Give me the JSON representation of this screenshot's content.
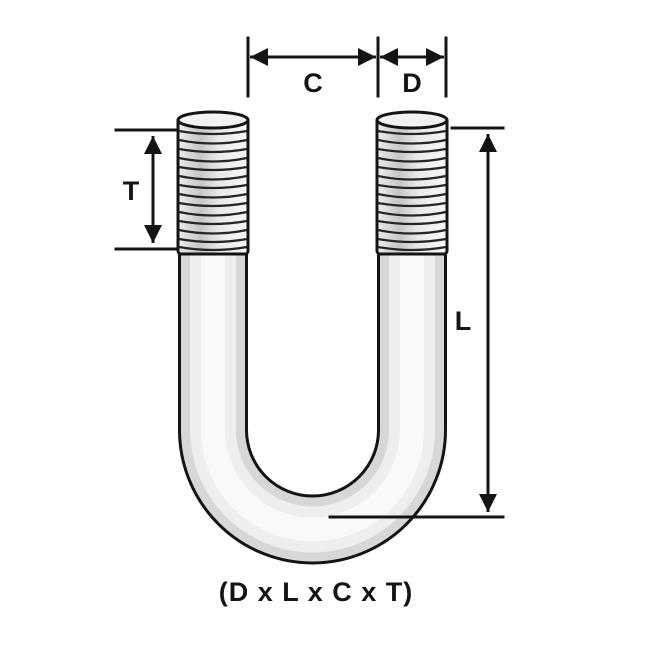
{
  "labels": {
    "c": "C",
    "d": "D",
    "t": "T",
    "l": "L"
  },
  "caption": "(D x L x C x T)",
  "colors": {
    "line": "#141414",
    "bolt_outline": "#141414",
    "bolt_mid": "#d7d7d7",
    "bolt_light": "#eeeeee",
    "bolt_highlight": "#f9f9f9",
    "thread_shade": "#c6c6c6",
    "background": "#ffffff"
  }
}
